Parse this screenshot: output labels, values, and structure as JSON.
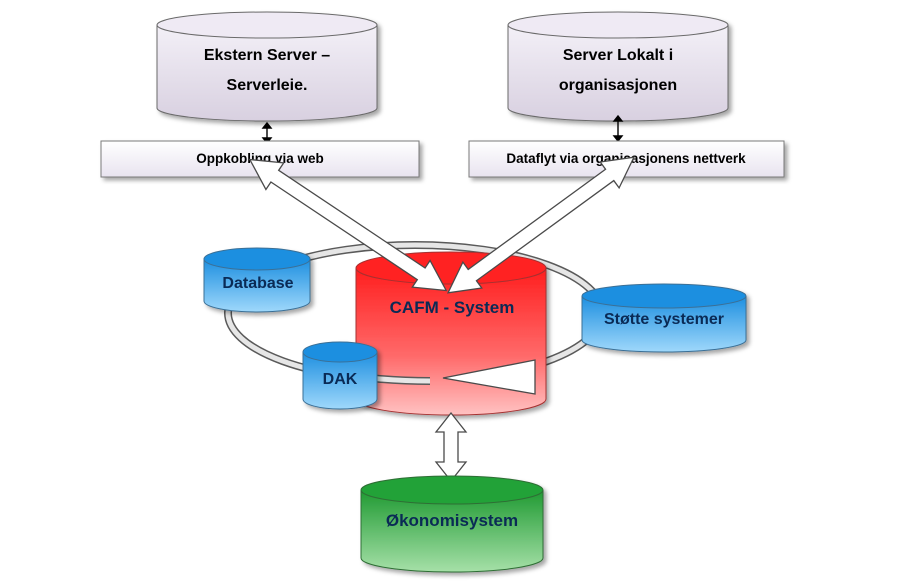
{
  "nodes": {
    "external_server": {
      "line1": "Ekstern Server –",
      "line2": "Serverleie."
    },
    "local_server": {
      "line1": "Server Lokalt i",
      "line2": "organisasjonen"
    },
    "web_box": {
      "label": "Oppkobling via web"
    },
    "network_box": {
      "label": "Dataflyt via organisasjonens nettverk"
    },
    "cafm": {
      "label": "CAFM - System"
    },
    "database": {
      "label": "Database"
    },
    "support": {
      "label": "Støtte systemer"
    },
    "dak": {
      "label": "DAK"
    },
    "economy": {
      "label": "Økonomisystem"
    }
  },
  "colors": {
    "server_fill": "#e2dce8",
    "box_fill": "#f1eef5",
    "cafm_fill": "#ff3b3b",
    "blue_fill": "#3aa6ea",
    "green_fill": "#3cb24d",
    "text_dark": "#000000",
    "text_blue": "#0a2a55"
  }
}
